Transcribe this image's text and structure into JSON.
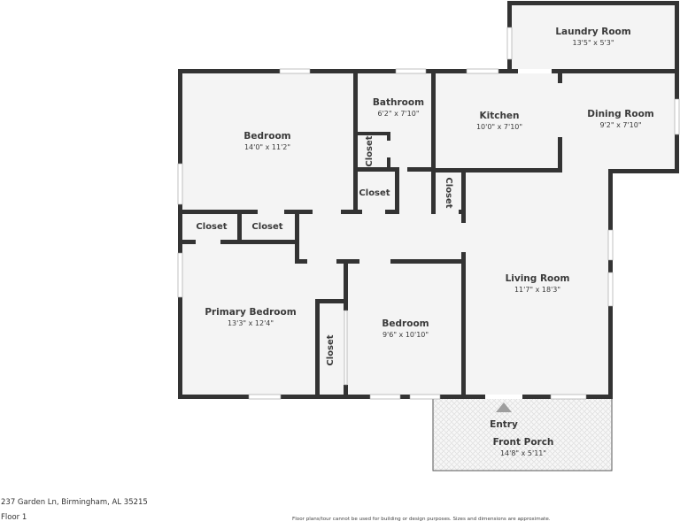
{
  "rooms": [
    {
      "name": "Laundry Room",
      "dim": "13'5\" x 5'3\""
    },
    {
      "name": "Bedroom",
      "dim": "14'0\" x 11'2\""
    },
    {
      "name": "Bathroom",
      "dim": "6'2\" x 7'10\""
    },
    {
      "name": "Kitchen",
      "dim": "10'0\" x 7'10\""
    },
    {
      "name": "Dining Room",
      "dim": "9'2\" x 7'10\""
    },
    {
      "name": "Primary Bedroom",
      "dim": "13'3\" x 12'4\""
    },
    {
      "name": "Bedroom",
      "dim": "9'6\" x 10'10\""
    },
    {
      "name": "Living Room",
      "dim": "11'7\" x 18'3\""
    },
    {
      "name": "Front Porch",
      "dim": "14'8\" x 5'11\""
    }
  ],
  "closets": [
    "Closet",
    "Closet",
    "Closet",
    "Closet",
    "Closet",
    "Closet"
  ],
  "entry": {
    "label": "Entry",
    "icon": "entry-arrow-icon"
  },
  "footer": {
    "address": "237 Garden Ln, Birmingham, AL 35215",
    "floor": "Floor 1",
    "disclaimer": "Floor plans/tour cannot be used for building or design purposes. Sizes and dimensions are approximate."
  },
  "colors": {
    "wall": "#333333",
    "floor": "#f4f4f4",
    "entry_arrow": "#9e9e9e"
  }
}
